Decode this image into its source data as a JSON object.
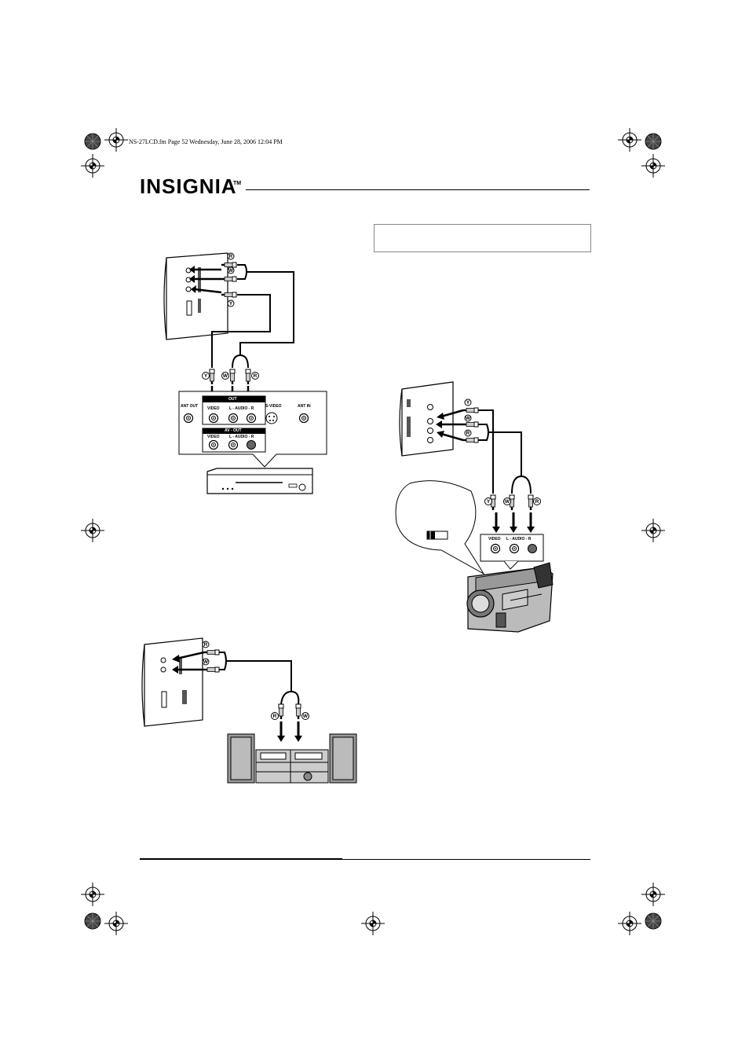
{
  "print_slug": "NS-27LCD.fm  Page 52  Wednesday, June 28, 2006  12:04 PM",
  "brand": {
    "name": "INSIGNIA",
    "tm": "TM"
  },
  "vcr_panel": {
    "ant_out": "ANT OUT",
    "out_label": "OUT",
    "video": "VIDEO",
    "audio": "L - AUDIO - R",
    "s_video": "S-VIDEO",
    "ant_in": "ANT IN",
    "in_label": "AV - OUT",
    "video2": "VIDEO",
    "audio2": "L - AUDIO - R"
  },
  "cable_letters": {
    "y": "Y",
    "w": "W",
    "r": "R"
  },
  "camcorder_panel": {
    "video": "VIDEO",
    "audio": "L - AUDIO - R"
  }
}
